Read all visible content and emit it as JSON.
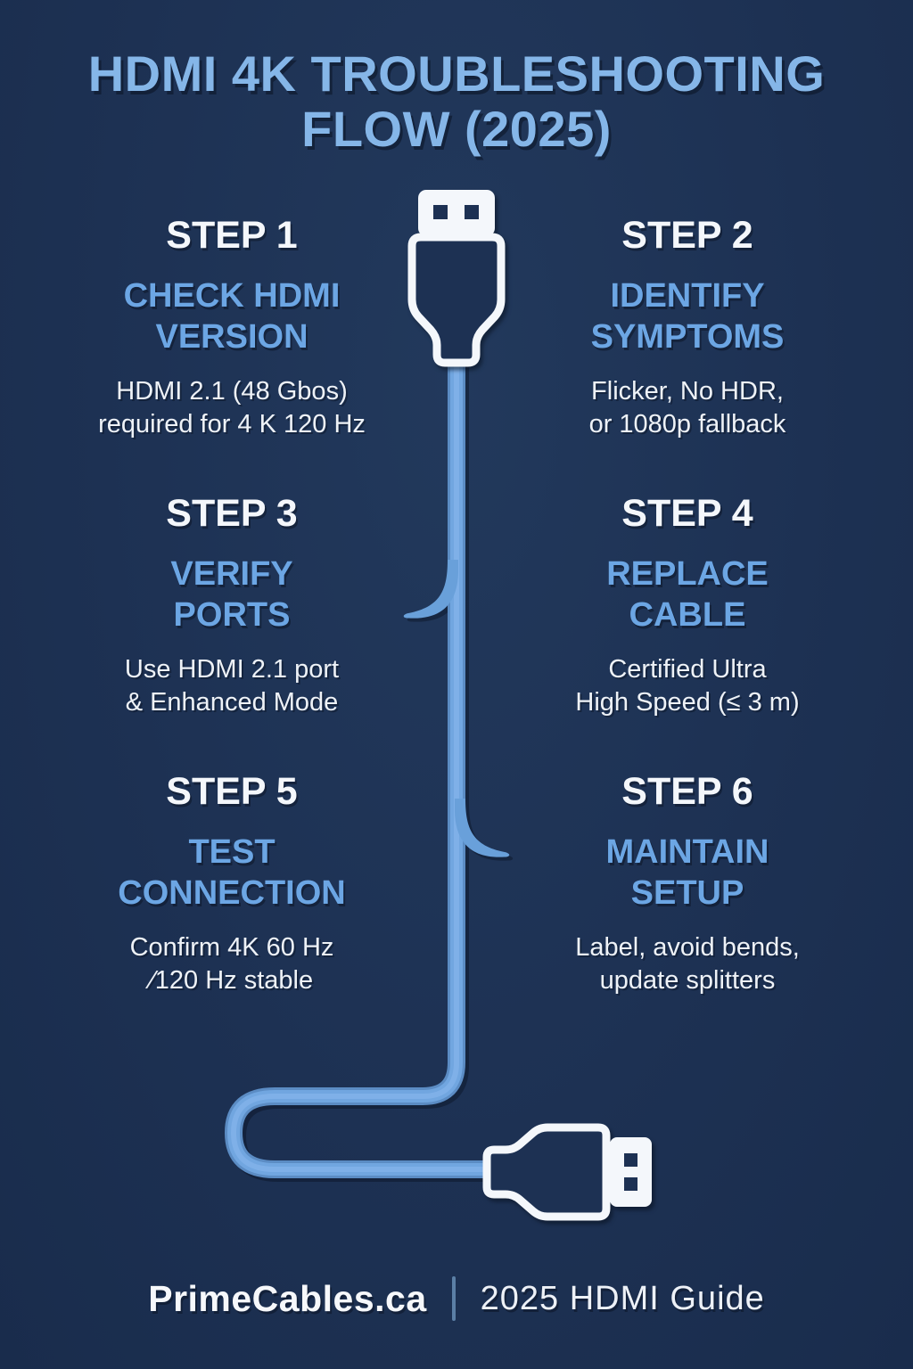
{
  "title": {
    "lines": [
      "HDMI 4K TROUBLESHOOTING",
      "FLOW (2025)"
    ]
  },
  "steps": [
    {
      "label": "STEP 1",
      "title_lines": [
        "CHECK HDMI",
        "VERSION"
      ],
      "desc_lines": [
        "HDMI 2.1 (48 Gbos)",
        "required for 4 K 120 Hz"
      ]
    },
    {
      "label": "STEP 2",
      "title_lines": [
        "IDENTIFY",
        "SYMPTOMS"
      ],
      "desc_lines": [
        "Flicker, No HDR,",
        "or 1080p fallback"
      ]
    },
    {
      "label": "STEP 3",
      "title_lines": [
        "VERIFY",
        "PORTS"
      ],
      "desc_lines": [
        "Use HDMI 2.1 port",
        "& Enhanced Mode"
      ]
    },
    {
      "label": "STEP 4",
      "title_lines": [
        "REPLACE",
        "CABLE"
      ],
      "desc_lines": [
        "Certified Ultra",
        "High Speed (≤ 3 m)"
      ]
    },
    {
      "label": "STEP 5",
      "title_lines": [
        "TEST",
        "CONNECTION"
      ],
      "desc_lines": [
        "Confirm 4K 60 Hz",
        "⁄120 Hz stable"
      ]
    },
    {
      "label": "STEP 6",
      "title_lines": [
        "MAINTAIN",
        "SETUP"
      ],
      "desc_lines": [
        "Label, avoid bends,",
        "update splitters"
      ]
    }
  ],
  "footer": {
    "brand": "PrimeCables.ca",
    "tagline": "2025 HDMI Guide"
  },
  "icons": {
    "top": "hdmi-plug-top-icon",
    "bottom": "hdmi-plug-bottom-icon",
    "cable": "hdmi-cable-line"
  },
  "colors": {
    "background": "#1d3153",
    "title_blue": "#85b6e8",
    "step_title_blue": "#6ca6e4",
    "cable_blue": "#6fa4dd",
    "white": "#f4f7fb",
    "divider": "#5b7fa6"
  }
}
